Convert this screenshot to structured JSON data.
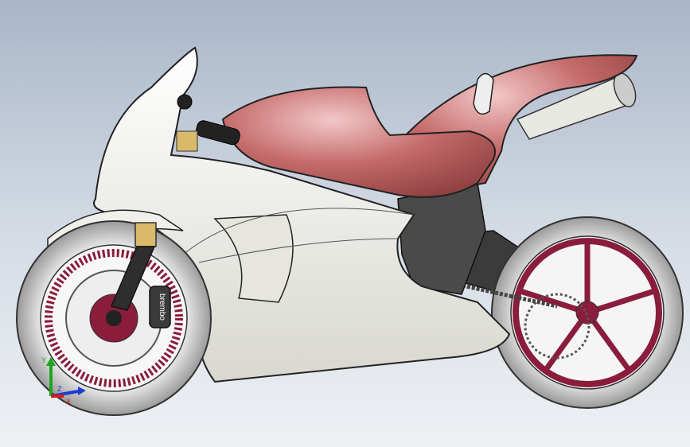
{
  "viewport": {
    "background_top": "#a9b6c8",
    "background_bottom": "#eef1f4"
  },
  "model": {
    "name_icon": "motorcycle-model",
    "brake_caliper_text": "brembo",
    "colors": {
      "fairing": "#f2f2ec",
      "seat": "#c46a6a",
      "rim": "#8a1c3c",
      "tire": "#cfcfcf",
      "chassis": "#3a3a3a",
      "suspension": "#d9b96a",
      "exhaust": "#e6e6e0"
    }
  },
  "triad": {
    "x_label": "X",
    "y_label": "Y",
    "z_label": "Z",
    "x_color": "#d21e1e",
    "y_color": "#1ea51e",
    "z_color": "#1e3cd2"
  }
}
